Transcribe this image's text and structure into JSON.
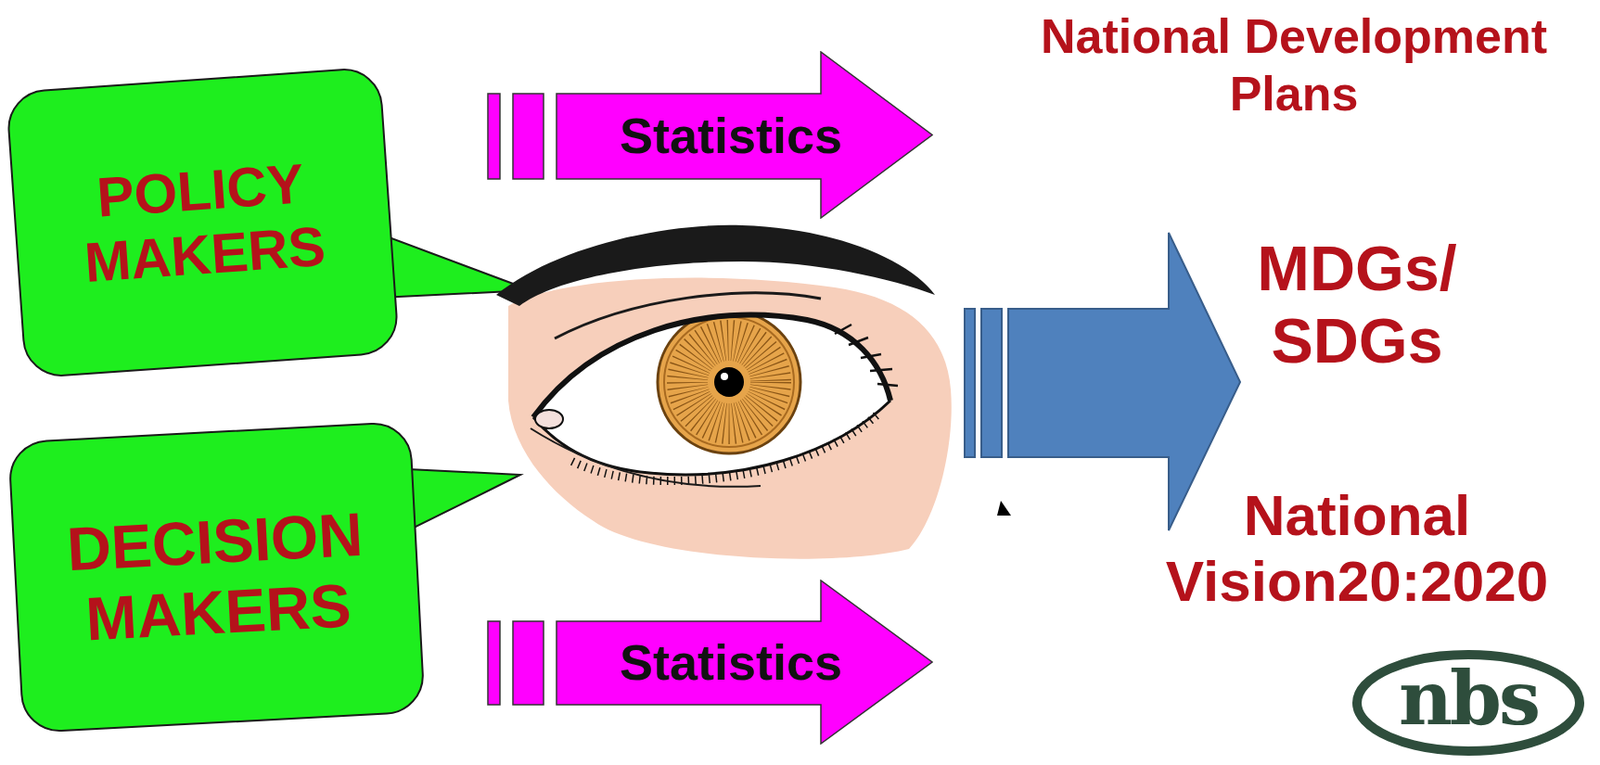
{
  "diagram": {
    "nodes": [
      {
        "text": [
          "POLICY MAKERS"
        ]
      },
      {
        "text": [
          "Statistics"
        ]
      },
      {
        "text": [
          "DECISION MAKERS"
        ]
      },
      {
        "text": [
          "Statistics"
        ]
      }
    ],
    "labels": [
      "National Development Plans",
      "MDGs/ SDGs",
      "National Vision20:2020",
      "nbs"
    ]
  }
}
